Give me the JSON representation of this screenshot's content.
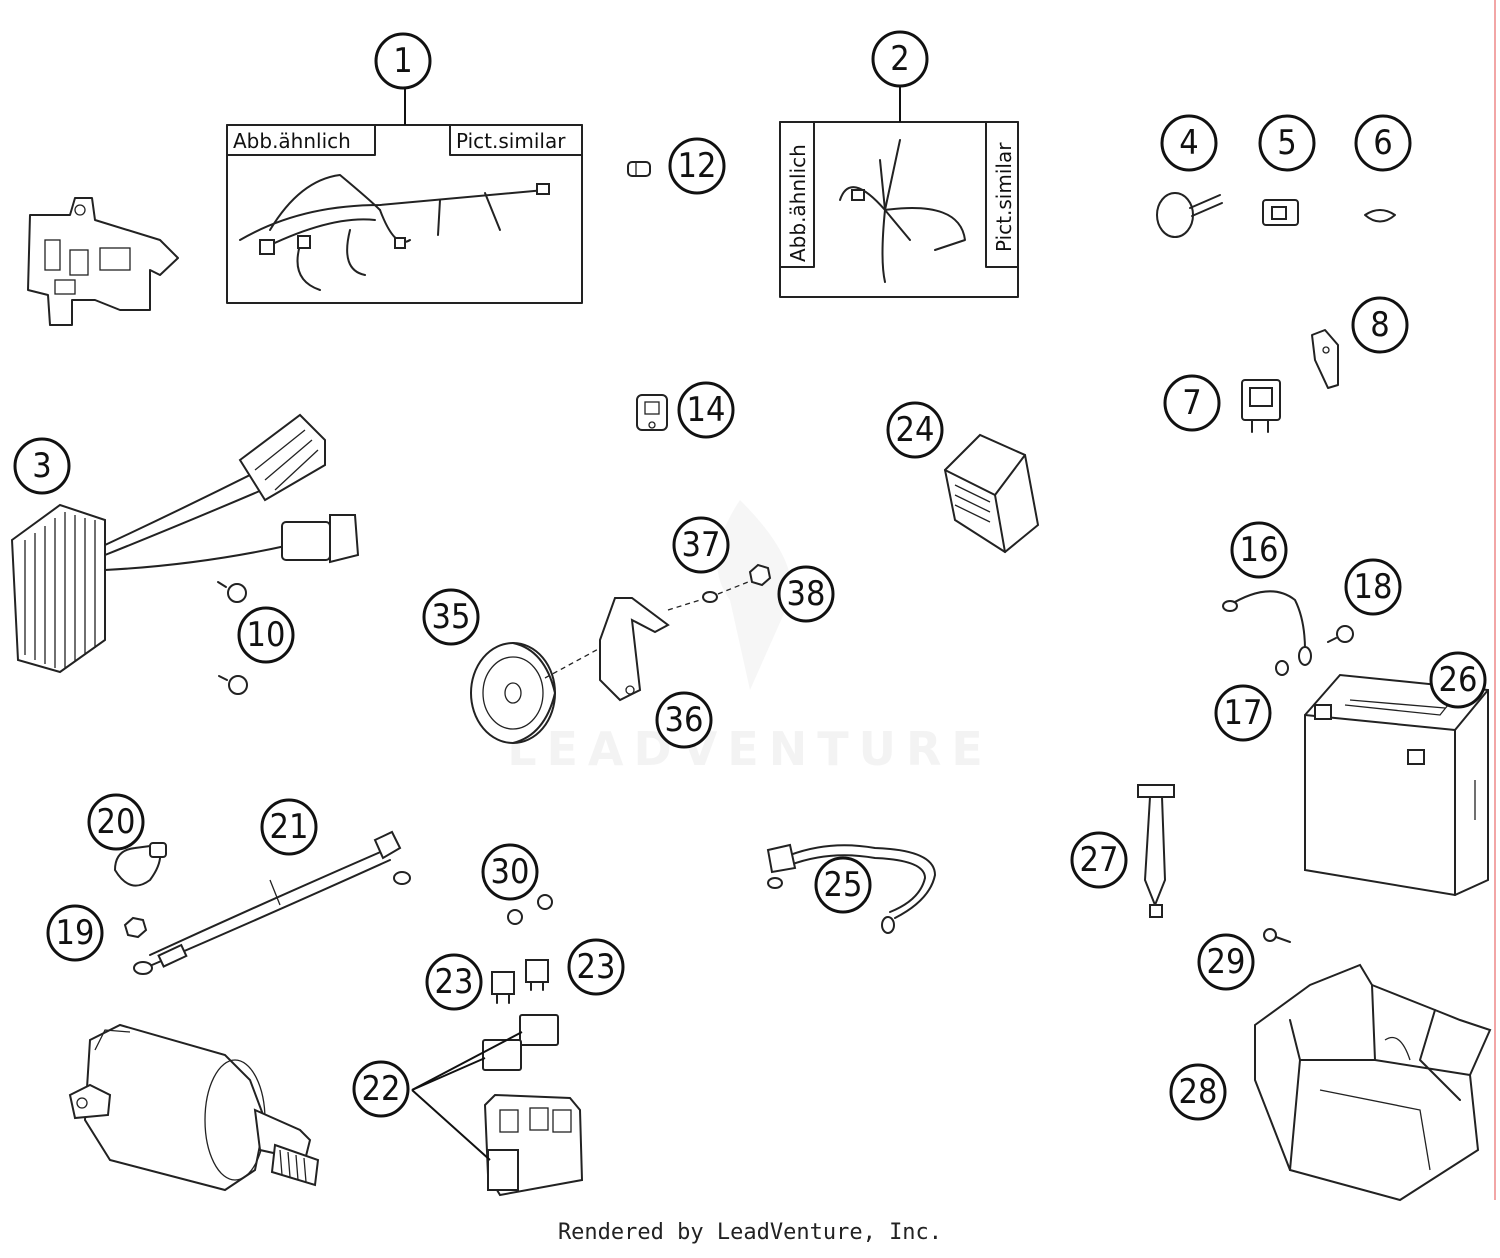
{
  "callouts": {
    "c1": "1",
    "c2": "2",
    "c3": "3",
    "c4": "4",
    "c5": "5",
    "c6": "6",
    "c7": "7",
    "c8": "8",
    "c10": "10",
    "c12": "12",
    "c14": "14",
    "c16": "16",
    "c17": "17",
    "c18": "18",
    "c19": "19",
    "c20": "20",
    "c21": "21",
    "c22": "22",
    "c23a": "23",
    "c23b": "23",
    "c24": "24",
    "c25": "25",
    "c26": "26",
    "c27": "27",
    "c28": "28",
    "c29": "29",
    "c30": "30",
    "c35": "35",
    "c36": "36",
    "c37": "37",
    "c38": "38"
  },
  "labels": {
    "box1_left": "Abb.ähnlich",
    "box1_right": "Pict.similar",
    "box2_left": "Abb.ähnlich",
    "box2_right": "Pict.similar"
  },
  "watermark": "LEADVENTURE",
  "footer": "Rendered by LeadVenture, Inc."
}
